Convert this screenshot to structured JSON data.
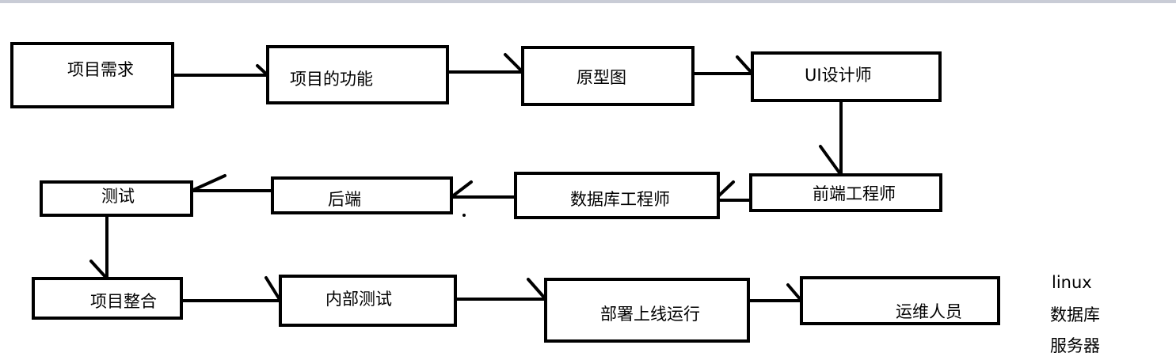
{
  "nodes": [
    {
      "id": "req",
      "label": "项目需求"
    },
    {
      "id": "func",
      "label": "项目的功能"
    },
    {
      "id": "proto",
      "label": "原型图"
    },
    {
      "id": "ui",
      "label": "UI设计师"
    },
    {
      "id": "fe",
      "label": "前端工程师"
    },
    {
      "id": "db",
      "label": "数据库工程师"
    },
    {
      "id": "be",
      "label": "后端"
    },
    {
      "id": "test",
      "label": "测试"
    },
    {
      "id": "integ",
      "label": "项目整合"
    },
    {
      "id": "inner",
      "label": "内部测试"
    },
    {
      "id": "deploy",
      "label": "部署上线运行"
    },
    {
      "id": "ops",
      "label": "运维人员"
    }
  ],
  "edges": [
    {
      "from": "req",
      "to": "func"
    },
    {
      "from": "func",
      "to": "proto"
    },
    {
      "from": "proto",
      "to": "ui"
    },
    {
      "from": "ui",
      "to": "fe"
    },
    {
      "from": "fe",
      "to": "db"
    },
    {
      "from": "db",
      "to": "be"
    },
    {
      "from": "be",
      "to": "test"
    },
    {
      "from": "test",
      "to": "integ"
    },
    {
      "from": "integ",
      "to": "inner"
    },
    {
      "from": "inner",
      "to": "deploy"
    },
    {
      "from": "deploy",
      "to": "ops"
    }
  ],
  "notes": [
    "linux",
    "数据库",
    "服务器"
  ]
}
